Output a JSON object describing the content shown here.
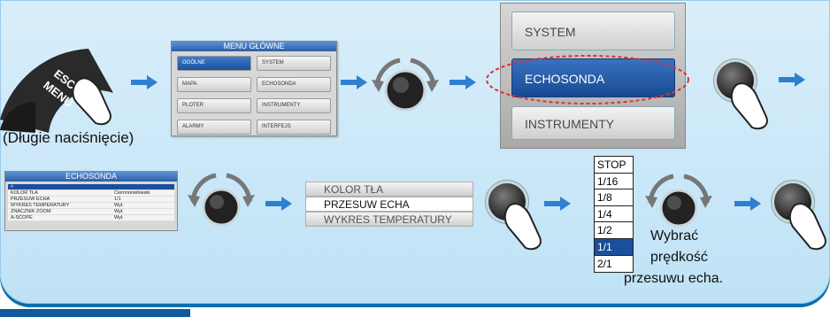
{
  "step1": {
    "caption": "(Długie naciśnięcie)",
    "key_top": "ESC",
    "key_bottom": "MENU"
  },
  "main_menu": {
    "title": "MENU GŁÓWNE",
    "left": [
      "OGÓLNE",
      "MAPA",
      "PLOTER",
      "ALARMY"
    ],
    "right": [
      "SYSTEM",
      "ECHOSONDA",
      "INSTRUMENTY",
      "INTERFEJS"
    ]
  },
  "big_menu": [
    "SYSTEM",
    "ECHOSONDA",
    "INSTRUMENTY"
  ],
  "echo_menu": {
    "title": "ECHOSONDA",
    "back": "<",
    "rows": [
      {
        "label": "KOLOR TŁA",
        "value": "Ciemnoniebieski"
      },
      {
        "label": "PRZESUW ECHA",
        "value": "1/1"
      },
      {
        "label": "WYKRES TEMPERATURY",
        "value": "Wył."
      },
      {
        "label": "ZNACZNIK ZOOM",
        "value": "Wył."
      },
      {
        "label": "A-SCOPE",
        "value": "Wył."
      }
    ]
  },
  "zoom_list": [
    "KOLOR TŁA",
    "PRZESUW ECHA",
    "WYKRES TEMPERATURY"
  ],
  "speed_options": [
    "STOP",
    "1/16",
    "1/8",
    "1/4",
    "1/2",
    "1/1",
    "2/1"
  ],
  "instruction": [
    "Wybrać",
    "prędkość",
    "przesuwu echa."
  ],
  "colors": {
    "accent": "#1b4f9c",
    "panel": "#cde8f8",
    "arrow": "#2e7fd0",
    "highlight_ring": "#e0302a"
  }
}
